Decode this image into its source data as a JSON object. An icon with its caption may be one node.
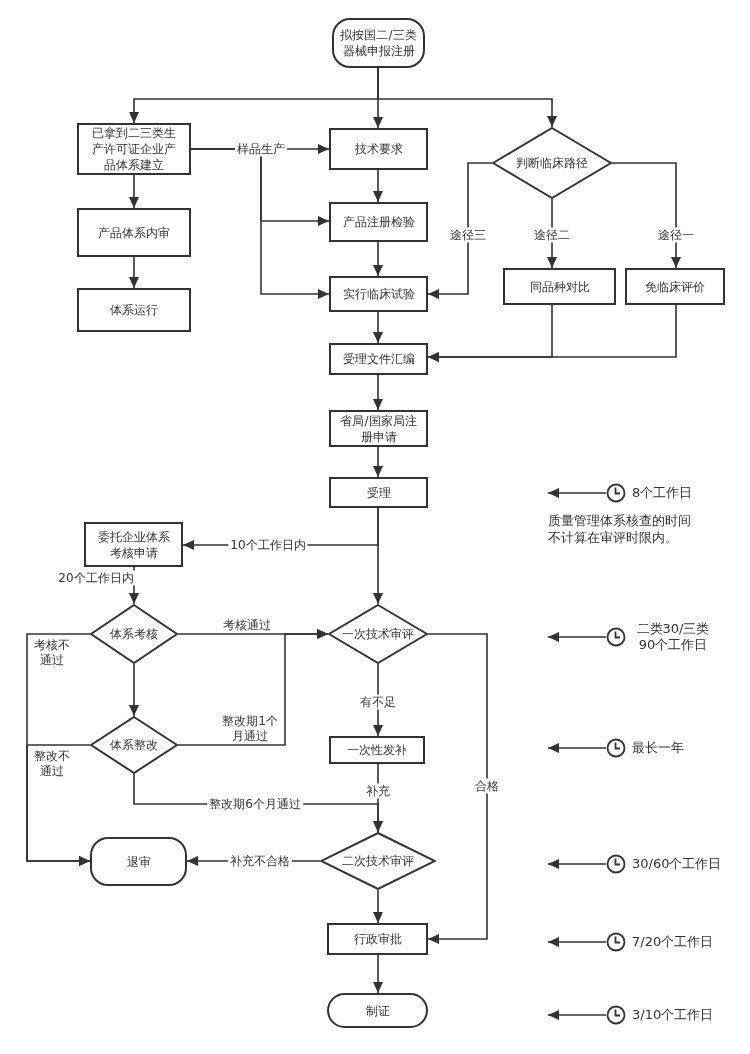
{
  "diagram": {
    "nodes": [
      {
        "text": [
          "拟按国二/三类器械申报注册"
        ]
      },
      {
        "text": [
          "已拿到二三类生产许可证企业产品体系建立"
        ]
      },
      {
        "text": [
          "技术要求"
        ]
      },
      {
        "text": [
          "判断临床路径"
        ]
      },
      {
        "text": [
          "产品体系内审"
        ]
      },
      {
        "text": [
          "产品注册检验"
        ]
      },
      {
        "text": [
          "同品种对比"
        ]
      },
      {
        "text": [
          "免临床评价"
        ]
      },
      {
        "text": [
          "体系运行"
        ]
      },
      {
        "text": [
          "实行临床试验"
        ]
      },
      {
        "text": [
          "受理文件汇编"
        ]
      },
      {
        "text": [
          "省局/国家局注册申请"
        ]
      },
      {
        "text": [
          "受理"
        ]
      },
      {
        "text": [
          "委托企业体系考核申请"
        ]
      },
      {
        "text": [
          "体系考核"
        ]
      },
      {
        "text": [
          "一次技术审评"
        ]
      },
      {
        "text": [
          "一次性发补"
        ]
      },
      {
        "text": [
          "体系整改"
        ]
      },
      {
        "text": [
          "退审"
        ]
      },
      {
        "text": [
          "二次技术审评"
        ]
      },
      {
        "text": [
          "行政审批"
        ]
      },
      {
        "text": [
          "制证"
        ]
      },
      {
        "text": [
          "8个工作日"
        ]
      },
      {
        "text": [
          "二类30/三类90个工作日"
        ]
      },
      {
        "text": [
          "最长一年"
        ]
      },
      {
        "text": [
          "30/60个工作日"
        ]
      },
      {
        "text": [
          "7/20个工作日"
        ]
      },
      {
        "text": [
          "3/10个工作日"
        ]
      }
    ],
    "edges": [
      {
        "from": 0,
        "to": 1,
        "arrow": "to"
      },
      {
        "from": 0,
        "to": 2,
        "arrow": "to"
      },
      {
        "from": 0,
        "to": 3,
        "arrow": "to"
      },
      {
        "from": 1,
        "to": 2,
        "arrow": "to",
        "label": "样品生产"
      },
      {
        "from": 1,
        "to": 5,
        "arrow": "to"
      },
      {
        "from": 1,
        "to": 9,
        "arrow": "to"
      },
      {
        "from": 1,
        "to": 4,
        "arrow": "to"
      },
      {
        "from": 4,
        "to": 8,
        "arrow": "to"
      },
      {
        "from": 2,
        "to": 5,
        "arrow": "to"
      },
      {
        "from": 5,
        "to": 9,
        "arrow": "to"
      },
      {
        "from": 3,
        "to": 9,
        "arrow": "to",
        "label": "途径三"
      },
      {
        "from": 3,
        "to": 6,
        "arrow": "to",
        "label": "途径二"
      },
      {
        "from": 3,
        "to": 7,
        "arrow": "to",
        "label": "途径一"
      },
      {
        "from": 9,
        "to": 10,
        "arrow": "to"
      },
      {
        "from": 6,
        "to": 10,
        "arrow": "to"
      },
      {
        "from": 7,
        "to": 10,
        "arrow": "to"
      },
      {
        "from": 10,
        "to": 11,
        "arrow": "to"
      },
      {
        "from": 11,
        "to": 12,
        "arrow": "to"
      },
      {
        "from": 12,
        "to": 15,
        "arrow": "to"
      },
      {
        "from": 12,
        "to": 13,
        "arrow": "to",
        "label": "10个工作日内"
      },
      {
        "from": 13,
        "to": 14,
        "arrow": "to",
        "label": "20个工作日内"
      },
      {
        "from": 14,
        "to": 15,
        "arrow": "to",
        "label": "考核通过"
      },
      {
        "from": 14,
        "to": 17,
        "arrow": "to"
      },
      {
        "from": 17,
        "to": 15,
        "arrow": "to",
        "label": "整改期1个月通过"
      },
      {
        "from": 14,
        "to": 18,
        "arrow": "to",
        "label": "考核不通过"
      },
      {
        "from": 17,
        "to": 18,
        "arrow": "to",
        "label": "整改不通过"
      },
      {
        "from": 17,
        "to": 19,
        "arrow": "to",
        "label": "整改期6个月通过"
      },
      {
        "from": 15,
        "to": 16,
        "arrow": "to",
        "label": "有不足"
      },
      {
        "from": 16,
        "to": 19,
        "arrow": "to",
        "label": "补充"
      },
      {
        "from": 15,
        "to": 20,
        "arrow": "to",
        "label": "合格"
      },
      {
        "from": 19,
        "to": 18,
        "arrow": "to",
        "label": "补充不合格"
      },
      {
        "from": 19,
        "to": 20,
        "arrow": "to"
      },
      {
        "from": 20,
        "to": 21,
        "arrow": "to"
      },
      {
        "from": 22,
        "to": null,
        "arrow": "to"
      },
      {
        "from": 23,
        "to": null,
        "arrow": "to"
      },
      {
        "from": 24,
        "to": null,
        "arrow": "to"
      },
      {
        "from": 25,
        "to": null,
        "arrow": "to"
      },
      {
        "from": 26,
        "to": null,
        "arrow": "to"
      },
      {
        "from": 27,
        "to": null,
        "arrow": "to"
      }
    ],
    "labels": [
      "质量管理体系核查的时间不计算在审评时限内。"
    ]
  }
}
